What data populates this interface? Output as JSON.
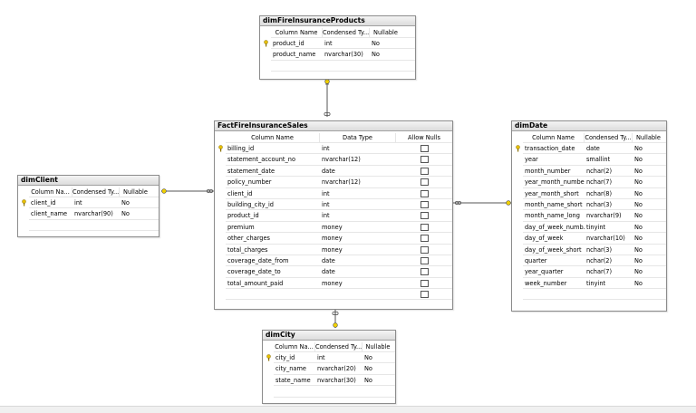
{
  "tables": {
    "dimFireInsuranceProducts": {
      "title": "dimFireInsuranceProducts",
      "headers": [
        "Column Name",
        "Condensed Ty...",
        "Nullable"
      ],
      "rows": [
        {
          "name": "product_id",
          "type": "int",
          "nullable": "No",
          "pk": true
        },
        {
          "name": "product_name",
          "type": "nvarchar(30)",
          "nullable": "No",
          "pk": false
        }
      ]
    },
    "FactFireInsuranceSales": {
      "title": "FactFireInsuranceSales",
      "headers": [
        "Column Name",
        "Data Type",
        "Allow Nulls"
      ],
      "rows": [
        {
          "name": "billing_id",
          "type": "int",
          "pk": true
        },
        {
          "name": "statement_account_no",
          "type": "nvarchar(12)",
          "pk": false
        },
        {
          "name": "statement_date",
          "type": "date",
          "pk": false
        },
        {
          "name": "policy_number",
          "type": "nvarchar(12)",
          "pk": false
        },
        {
          "name": "client_id",
          "type": "int",
          "pk": false
        },
        {
          "name": "building_city_id",
          "type": "int",
          "pk": false
        },
        {
          "name": "product_id",
          "type": "int",
          "pk": false
        },
        {
          "name": "premium",
          "type": "money",
          "pk": false
        },
        {
          "name": "other_charges",
          "type": "money",
          "pk": false
        },
        {
          "name": "total_charges",
          "type": "money",
          "pk": false
        },
        {
          "name": "coverage_date_from",
          "type": "date",
          "pk": false
        },
        {
          "name": "coverage_date_to",
          "type": "date",
          "pk": false
        },
        {
          "name": "total_amount_paid",
          "type": "money",
          "pk": false
        },
        {
          "name": "",
          "type": "",
          "pk": false
        }
      ]
    },
    "dimClient": {
      "title": "dimClient",
      "headers": [
        "Column Na...",
        "Condensed Ty...",
        "Nullable"
      ],
      "rows": [
        {
          "name": "client_id",
          "type": "int",
          "nullable": "No",
          "pk": true
        },
        {
          "name": "client_name",
          "type": "nvarchar(90)",
          "nullable": "No",
          "pk": false
        }
      ]
    },
    "dimDate": {
      "title": "dimDate",
      "headers": [
        "Column Name",
        "Condensed Ty...",
        "Nullable"
      ],
      "rows": [
        {
          "name": "transaction_date",
          "type": "date",
          "nullable": "No",
          "pk": true
        },
        {
          "name": "year",
          "type": "smallint",
          "nullable": "No",
          "pk": false
        },
        {
          "name": "month_number",
          "type": "nchar(2)",
          "nullable": "No",
          "pk": false
        },
        {
          "name": "year_month_number",
          "type": "nchar(7)",
          "nullable": "No",
          "pk": false
        },
        {
          "name": "year_month_short",
          "type": "nchar(8)",
          "nullable": "No",
          "pk": false
        },
        {
          "name": "month_name_short",
          "type": "nchar(3)",
          "nullable": "No",
          "pk": false
        },
        {
          "name": "month_name_long",
          "type": "nvarchar(9)",
          "nullable": "No",
          "pk": false
        },
        {
          "name": "day_of_week_numb...",
          "type": "tinyint",
          "nullable": "No",
          "pk": false
        },
        {
          "name": "day_of_week",
          "type": "nvarchar(10)",
          "nullable": "No",
          "pk": false
        },
        {
          "name": "day_of_week_short",
          "type": "nchar(3)",
          "nullable": "No",
          "pk": false
        },
        {
          "name": "quarter",
          "type": "nchar(2)",
          "nullable": "No",
          "pk": false
        },
        {
          "name": "year_quarter",
          "type": "nchar(7)",
          "nullable": "No",
          "pk": false
        },
        {
          "name": "week_number",
          "type": "tinyint",
          "nullable": "No",
          "pk": false
        }
      ]
    },
    "dimCity": {
      "title": "dimCity",
      "headers": [
        "Column Na...",
        "Condensed Ty...",
        "Nullable"
      ],
      "rows": [
        {
          "name": "city_id",
          "type": "int",
          "nullable": "No",
          "pk": true
        },
        {
          "name": "city_name",
          "type": "nvarchar(20)",
          "nullable": "No",
          "pk": false
        },
        {
          "name": "state_name",
          "type": "nvarchar(30)",
          "nullable": "No",
          "pk": false
        }
      ]
    }
  },
  "colors": {
    "relationship_line": "#555555",
    "key_icon": "#e8c000",
    "header_bg": "#e6e6e6"
  }
}
